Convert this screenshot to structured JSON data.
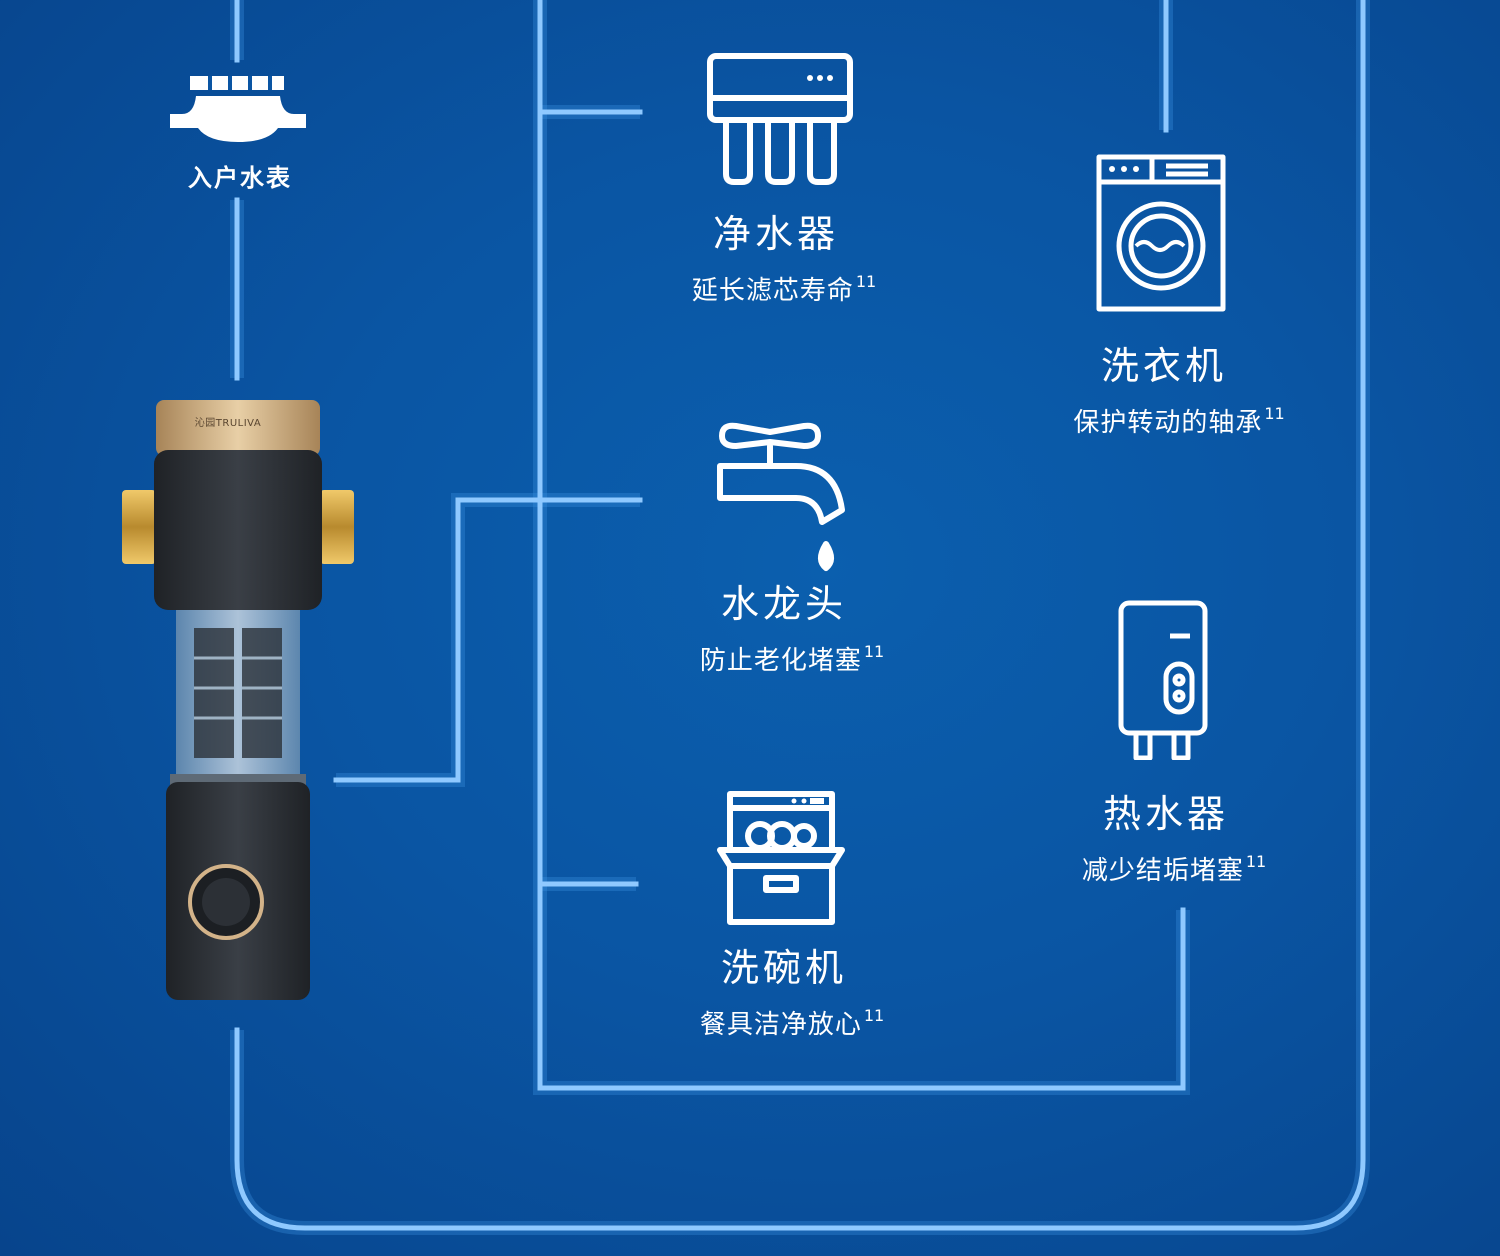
{
  "meter": {
    "label": "入户水表",
    "icon": "water-meter-icon"
  },
  "filter": {
    "brand": "沁园TRULIVA",
    "icon": "pre-filter-icon"
  },
  "appliances": [
    {
      "id": "purifier",
      "icon": "water-purifier-icon",
      "title": "净水器",
      "desc": "延长滤芯寿命",
      "note": "11"
    },
    {
      "id": "faucet",
      "icon": "faucet-icon",
      "title": "水龙头",
      "desc": "防止老化堵塞",
      "note": "11"
    },
    {
      "id": "dishwasher",
      "icon": "dishwasher-icon",
      "title": "洗碗机",
      "desc": "餐具洁净放心",
      "note": "11"
    },
    {
      "id": "washer",
      "icon": "washing-machine-icon",
      "title": "洗衣机",
      "desc": "保护转动的轴承",
      "note": "11"
    },
    {
      "id": "heater",
      "icon": "water-heater-icon",
      "title": "热水器",
      "desc": "减少结垢堵塞",
      "note": "11"
    }
  ],
  "colors": {
    "background": "#0a55a3",
    "pipe": "#8fc9ff",
    "text": "#ffffff"
  }
}
